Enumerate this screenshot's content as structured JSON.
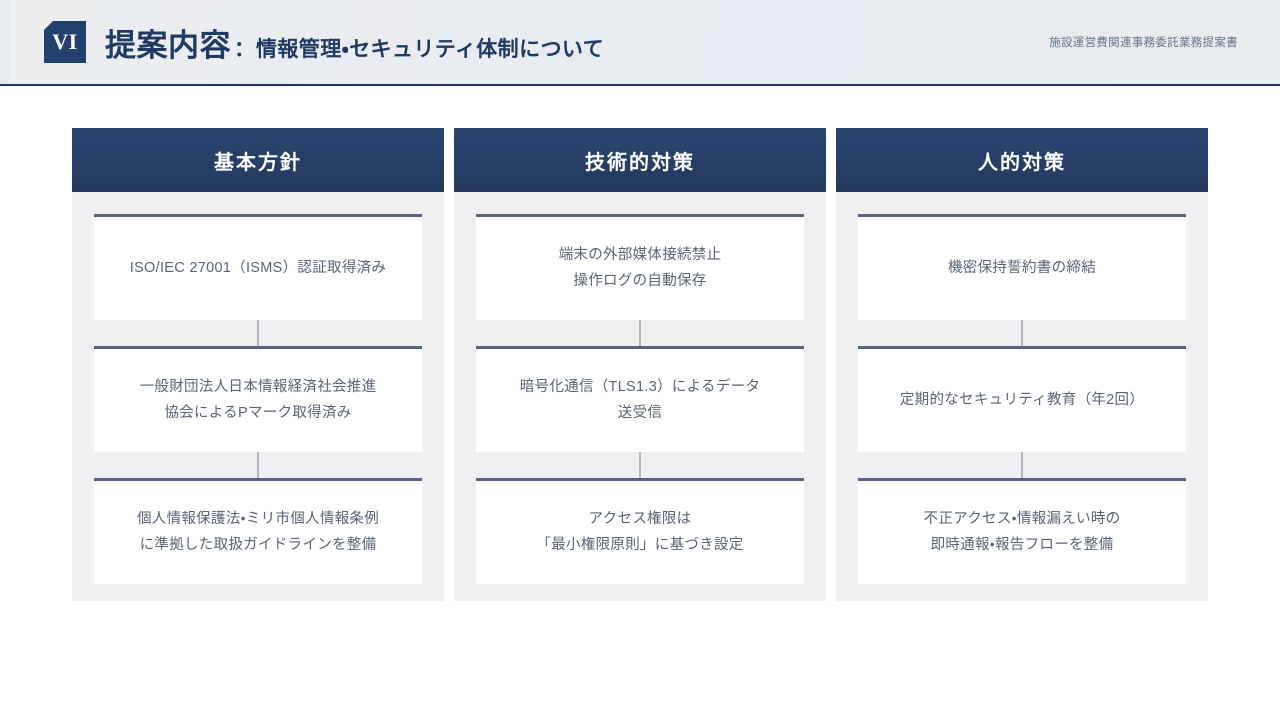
{
  "header": {
    "badge_label": "VI",
    "title_main": "提案内容",
    "title_separator": "：",
    "title_sub": "情報管理・セキュリティ体制について",
    "doc_label": "施設運営費関連事務委託業務提案書",
    "accent_color": "#1f3a63",
    "badge_color": "#24406d"
  },
  "columns": [
    {
      "header": "基本方針",
      "cards": [
        {
          "text": "ISO/IEC 27001（ISMS）認証取得済み"
        },
        {
          "text": "一般財団法人日本情報経済社会推進\n協会によるPマーク取得済み"
        },
        {
          "text": "個人情報保護法・ミリ市個人情報条例\nに準拠した取扱ガイドラインを整備"
        }
      ]
    },
    {
      "header": "技術的対策",
      "cards": [
        {
          "text": "端末の外部媒体接続禁止\n操作ログの自動保存"
        },
        {
          "text": "暗号化通信（TLS1.3）によるデータ\n送受信"
        },
        {
          "text": "アクセス権限は\n「最小権限原則」に基づき設定"
        }
      ]
    },
    {
      "header": "人的対策",
      "cards": [
        {
          "text": "機密保持誓約書の締結"
        },
        {
          "text": "定期的なセキュリティ教育（年2回）"
        },
        {
          "text": "不正アクセス・情報漏えい時の\n即時通報・報告フローを整備"
        }
      ]
    }
  ]
}
